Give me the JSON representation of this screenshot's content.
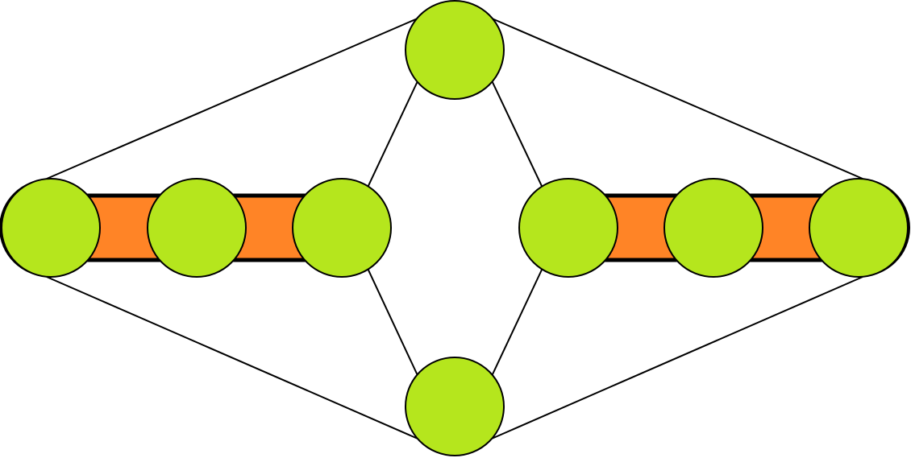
{
  "diagram": {
    "kind": "graph",
    "colors": {
      "background": "#ffffff",
      "node_fill": "#b5e61d",
      "node_stroke": "#000000",
      "bond_fill": "#ff8426",
      "bond_stroke": "#000000",
      "edge_stroke": "#000000"
    },
    "nodes": [
      {
        "id": "left-1"
      },
      {
        "id": "left-2"
      },
      {
        "id": "left-3"
      },
      {
        "id": "top"
      },
      {
        "id": "bottom"
      },
      {
        "id": "right-1"
      },
      {
        "id": "right-2"
      },
      {
        "id": "right-3"
      }
    ],
    "thin_edges": [
      {
        "from": "left-1",
        "to": "top"
      },
      {
        "from": "left-1",
        "to": "bottom"
      },
      {
        "from": "right-3",
        "to": "top"
      },
      {
        "from": "right-3",
        "to": "bottom"
      },
      {
        "from": "left-3",
        "to": "top"
      },
      {
        "from": "left-3",
        "to": "bottom"
      },
      {
        "from": "right-1",
        "to": "top"
      },
      {
        "from": "right-1",
        "to": "bottom"
      }
    ],
    "thick_bonds": [
      {
        "from": "left-1",
        "to": "left-2"
      },
      {
        "from": "left-2",
        "to": "left-3"
      },
      {
        "from": "right-1",
        "to": "right-2"
      },
      {
        "from": "right-2",
        "to": "right-3"
      }
    ]
  }
}
